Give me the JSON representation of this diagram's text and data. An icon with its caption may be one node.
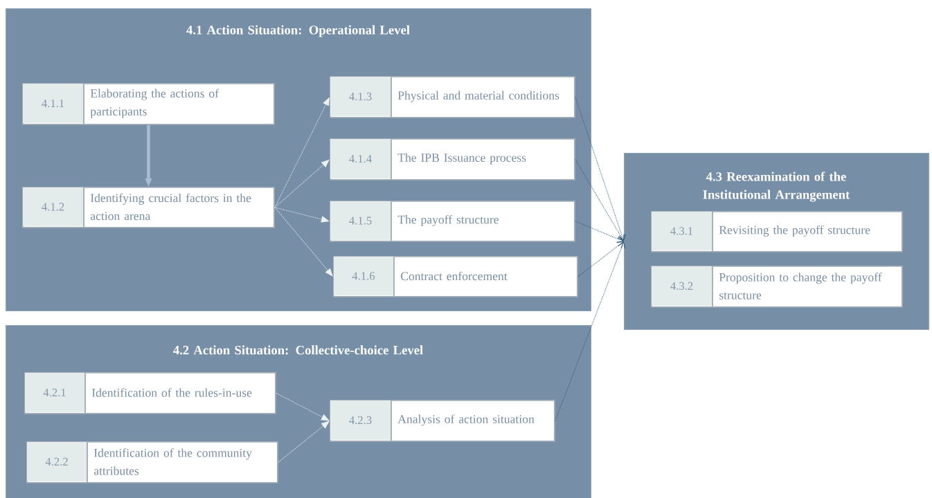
{
  "diagram": {
    "nodes": [
      {
        "text": [
          "4.1 Action Situation: Operational Level"
        ]
      },
      {
        "text": [
          "4.1.1",
          "Elaborating the actions of participants"
        ],
        "in": 0
      },
      {
        "text": [
          "4.1.2",
          "Identifying crucial factors in the action arena"
        ],
        "in": 0
      },
      {
        "text": [
          "4.1.3",
          "Physical and material conditions"
        ],
        "in": 0
      },
      {
        "text": [
          "4.1.4",
          "The IPB Issuance process"
        ],
        "in": 0
      },
      {
        "text": [
          "4.1.5",
          "The payoff structure"
        ],
        "in": 0
      },
      {
        "text": [
          "4.1.6",
          "Contract enforcement"
        ],
        "in": 0
      },
      {
        "text": [
          "4.2 Action Situation: Collective-choice Level"
        ]
      },
      {
        "text": [
          "4.2.1",
          "Identification of the rules-in-use"
        ],
        "in": 7
      },
      {
        "text": [
          "4.2.2",
          "Identification of the community attributes"
        ],
        "in": 7
      },
      {
        "text": [
          "4.2.3",
          "Analysis of action situation"
        ],
        "in": 7
      },
      {
        "text": [
          "4.3 Reexamination of the Institutional Arrangement"
        ]
      },
      {
        "text": [
          "4.3.1",
          "Revisiting the payoff structure"
        ],
        "in": 11
      },
      {
        "text": [
          "4.3.2",
          "Proposition to change the payoff structure"
        ],
        "in": 11
      }
    ],
    "edges": [
      {
        "from": 1,
        "to": 2,
        "arrow": "to",
        "style": "thick",
        "color": "#a9bdd2"
      },
      {
        "from": 2,
        "to": 3,
        "arrow": "to",
        "style": "dashed"
      },
      {
        "from": 2,
        "to": 4,
        "arrow": "to",
        "style": "dashed"
      },
      {
        "from": 2,
        "to": 5,
        "arrow": "to",
        "style": "dashed"
      },
      {
        "from": 2,
        "to": 6,
        "arrow": "to",
        "style": "dashed"
      },
      {
        "from": 8,
        "to": 10,
        "arrow": "to",
        "style": "dashed"
      },
      {
        "from": 9,
        "to": 10,
        "arrow": "to",
        "style": "dashed"
      },
      {
        "from": 3,
        "to": 11,
        "arrow": "to",
        "style": "dashed",
        "color": "#2f5a80"
      },
      {
        "from": 4,
        "to": 11,
        "arrow": "to",
        "style": "dashed",
        "color": "#2f5a80"
      },
      {
        "from": 5,
        "to": 11,
        "arrow": "to",
        "style": "dashed",
        "color": "#2f5a80"
      },
      {
        "from": 6,
        "to": 11,
        "arrow": "to",
        "style": "dashed",
        "color": "#2f5a80"
      },
      {
        "from": 10,
        "to": 11,
        "arrow": "to",
        "style": "dashed",
        "color": "#2f5a80"
      }
    ]
  }
}
